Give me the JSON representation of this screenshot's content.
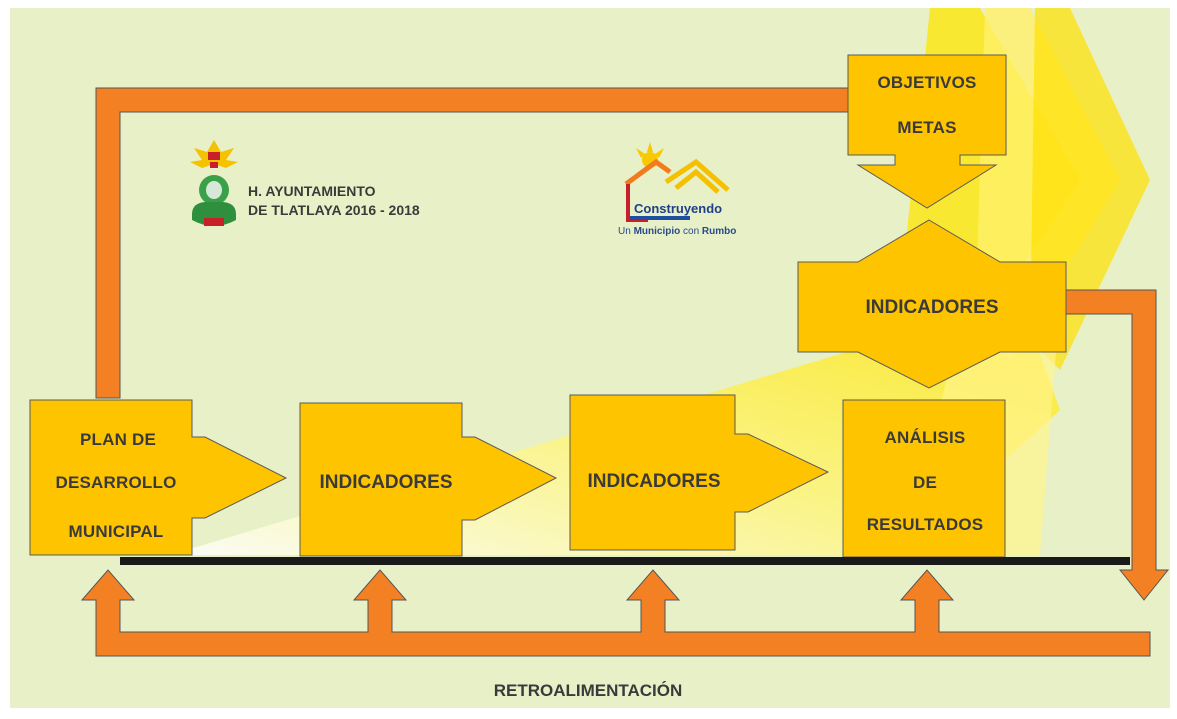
{
  "header": {
    "org_line1": "H. AYUNTAMIENTO",
    "org_line2": "DE TLATLAYA 2016 - 2018",
    "brand_word": "Construyendo",
    "brand_tagline_pre": "Un ",
    "brand_tagline_bold1": "Municipio",
    "brand_tagline_mid": " con ",
    "brand_tagline_bold2": "Rumbo"
  },
  "boxes": {
    "plan": [
      "PLAN DE",
      "DESARROLLO",
      "MUNICIPAL"
    ],
    "indicadores_1": "INDICADORES",
    "indicadores_2": "INDICADORES",
    "analisis": [
      "ANÁLISIS",
      "DE",
      "RESULTADOS"
    ],
    "objetivos": [
      "OBJETIVOS",
      "METAS"
    ],
    "indicadores_top": "INDICADORES"
  },
  "footer": {
    "feedback_label": "RETROALIMENTACIÓN"
  },
  "colors": {
    "background": "#e8f0c8",
    "box_fill": "#ffc400",
    "arrow_orange": "#f48024",
    "baseline": "#1a1a1a"
  }
}
